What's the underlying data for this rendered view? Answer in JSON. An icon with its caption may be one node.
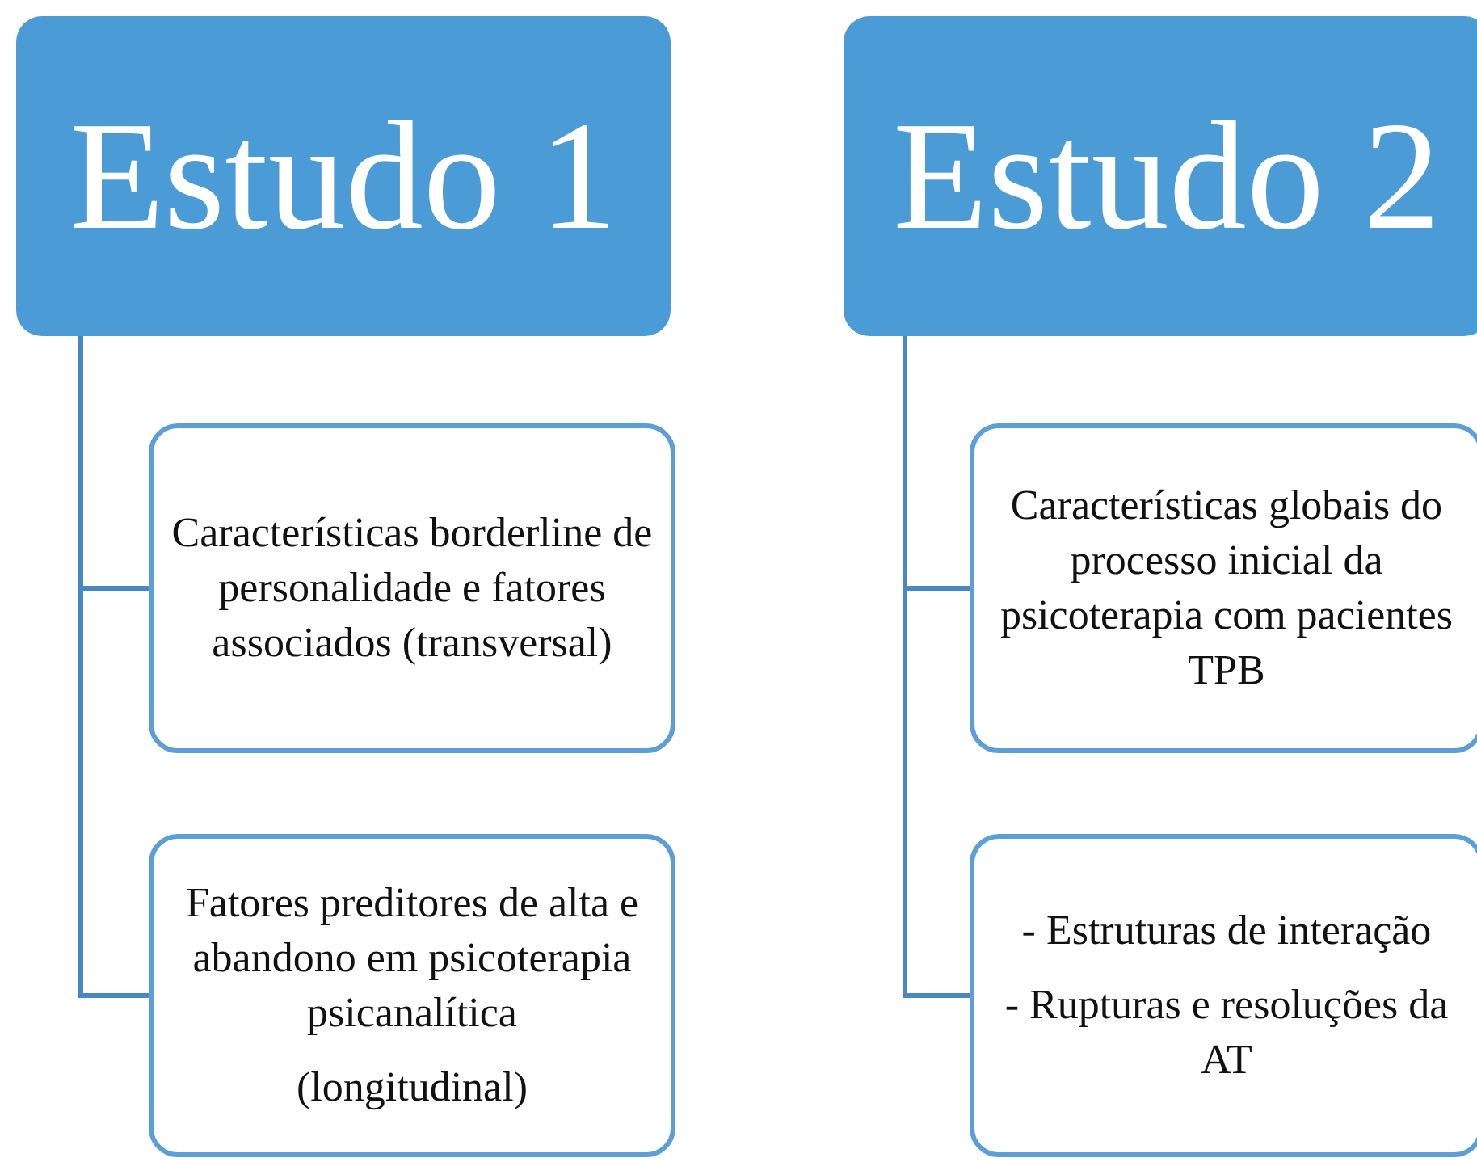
{
  "diagram": {
    "nodes": [
      {
        "text": [
          "Estudo 1"
        ]
      },
      {
        "text": [
          "Características borderline de personalidade e fatores associados (transversal)"
        ]
      },
      {
        "text": [
          "Fatores preditores de alta e abandono em psicoterapia psicanalítica",
          "(longitudinal)"
        ]
      },
      {
        "text": [
          "Estudo 2"
        ]
      },
      {
        "text": [
          "Características globais do processo inicial da psicoterapia com pacientes TPB"
        ]
      },
      {
        "text": [
          "- Estruturas de interação",
          "- Rupturas e resoluções da AT"
        ]
      }
    ],
    "edges": [
      {
        "from": 0,
        "to": 1,
        "arrow": "none"
      },
      {
        "from": 0,
        "to": 2,
        "arrow": "none"
      },
      {
        "from": 3,
        "to": 4,
        "arrow": "none"
      },
      {
        "from": 3,
        "to": 5,
        "arrow": "none"
      }
    ]
  }
}
